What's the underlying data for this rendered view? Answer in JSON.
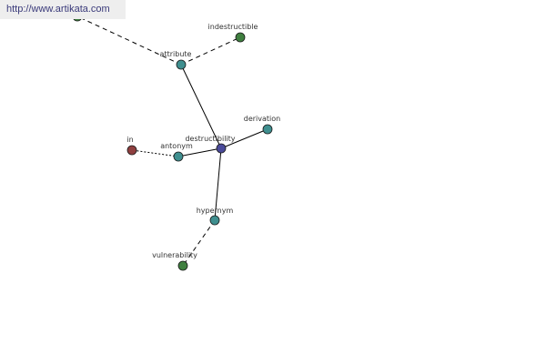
{
  "watermark": "http://www.artikata.com",
  "colors": {
    "center": "#4a4a9a",
    "related": "#3f8f8f",
    "word": "#3f7f3f",
    "antonym_word": "#8f3f3f",
    "edge": "#000000"
  },
  "graph": {
    "nodes": [
      {
        "id": "destructibility",
        "label": "destructibility",
        "kind": "center"
      },
      {
        "id": "attribute",
        "label": "attribute",
        "kind": "related"
      },
      {
        "id": "indestructible",
        "label": "indestructible",
        "kind": "word"
      },
      {
        "id": "topleft",
        "label": "",
        "kind": "word"
      },
      {
        "id": "derivation",
        "label": "derivation",
        "kind": "related"
      },
      {
        "id": "antonym",
        "label": "antonym",
        "kind": "related"
      },
      {
        "id": "in",
        "label": "in",
        "kind": "antonym_word"
      },
      {
        "id": "hypernym",
        "label": "hypernym",
        "kind": "related"
      },
      {
        "id": "vulnerability",
        "label": "vulnerability",
        "kind": "word"
      }
    ],
    "edges": [
      {
        "from": "destructibility",
        "to": "attribute",
        "style": "solid"
      },
      {
        "from": "destructibility",
        "to": "derivation",
        "style": "solid"
      },
      {
        "from": "destructibility",
        "to": "antonym",
        "style": "solid"
      },
      {
        "from": "destructibility",
        "to": "hypernym",
        "style": "solid"
      },
      {
        "from": "attribute",
        "to": "indestructible",
        "style": "dashed"
      },
      {
        "from": "attribute",
        "to": "topleft",
        "style": "dashed"
      },
      {
        "from": "antonym",
        "to": "in",
        "style": "dotted"
      },
      {
        "from": "hypernym",
        "to": "vulnerability",
        "style": "dashed"
      }
    ]
  }
}
